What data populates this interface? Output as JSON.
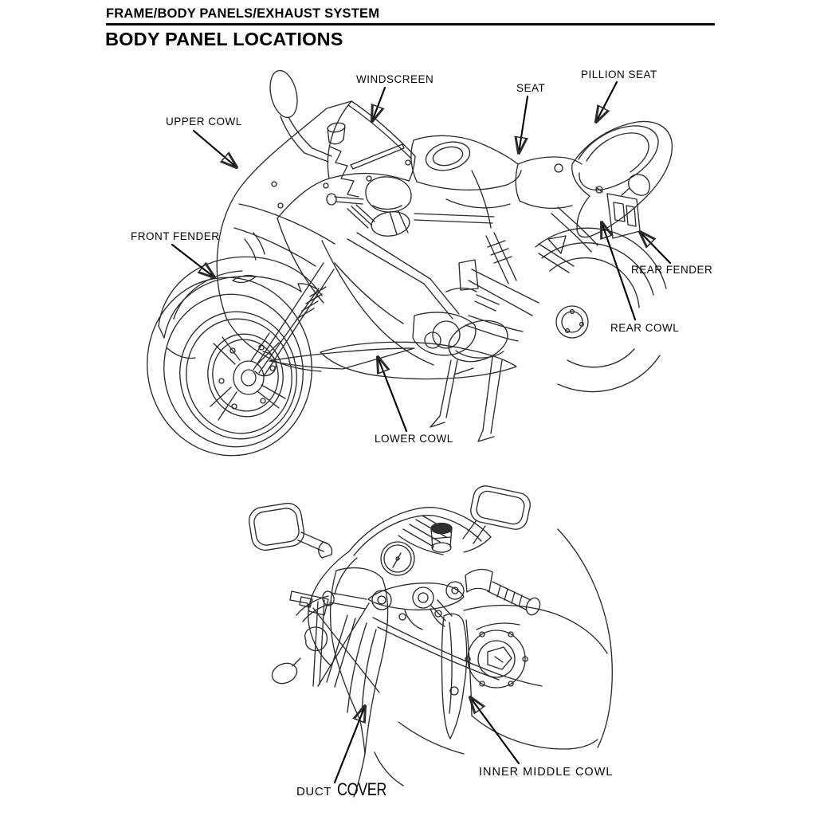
{
  "page": {
    "section_header": "FRAME/BODY PANELS/EXHAUST SYSTEM",
    "title": "BODY PANEL LOCATIONS"
  },
  "diagram_top": {
    "alt": "Line drawing of a sport motorcycle, front three-quarter left view, with body panel callouts",
    "labels": [
      {
        "id": "windscreen",
        "text": "WINDSCREEN"
      },
      {
        "id": "seat",
        "text": "SEAT"
      },
      {
        "id": "pillion-seat",
        "text": "PILLION SEAT"
      },
      {
        "id": "upper-cowl",
        "text": "UPPER COWL"
      },
      {
        "id": "front-fender",
        "text": "FRONT FENDER"
      },
      {
        "id": "rear-fender",
        "text": "REAR FENDER"
      },
      {
        "id": "rear-cowl",
        "text": "REAR COWL"
      },
      {
        "id": "lower-cowl",
        "text": "LOWER COWL"
      }
    ]
  },
  "diagram_bottom": {
    "alt": "Line drawing of the motorcycle cockpit area seen from the front, with duct cover and inner middle cowl callouts",
    "labels": [
      {
        "id": "duct-cover",
        "word1": "DUCT",
        "word2": "COVER"
      },
      {
        "id": "inner-middle-cowl",
        "text": "INNER MIDDLE COWL"
      }
    ]
  },
  "colors": {
    "paper": "#ffffff",
    "ink": "#000000",
    "line_art": "#2b2b2b"
  }
}
